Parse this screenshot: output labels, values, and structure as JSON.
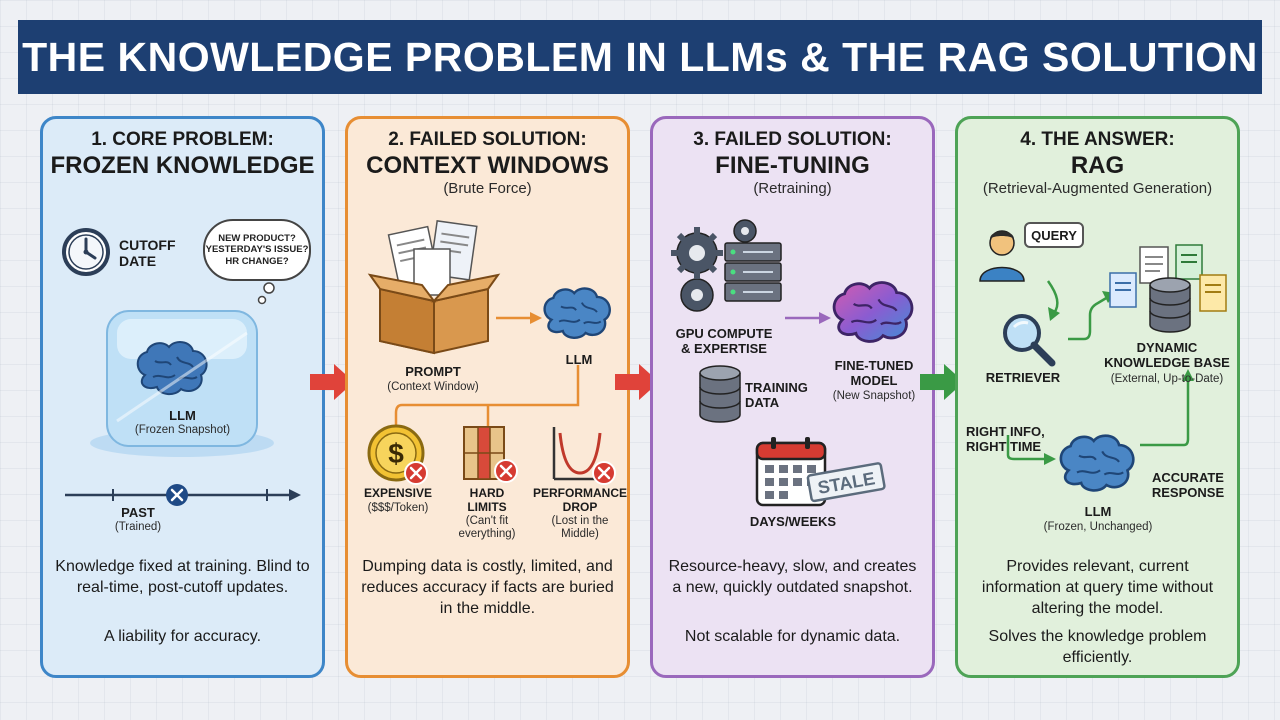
{
  "title": "THE KNOWLEDGE PROBLEM IN LLMs & THE RAG SOLUTION",
  "colors": {
    "title_bg": "#1d3f72",
    "panel1_border": "#3e86c8",
    "panel2_border": "#e78e33",
    "panel3_border": "#9a68bc",
    "panel4_border": "#4ea356",
    "fail_arrow": "#e0433a",
    "success_arrow": "#3a9a45"
  },
  "panel1": {
    "head1": "1. CORE PROBLEM:",
    "head2": "FROZEN KNOWLEDGE",
    "cutoff_line1": "CUTOFF",
    "cutoff_line2": "DATE",
    "bubble_line1": "NEW PRODUCT?",
    "bubble_line2": "YESTERDAY'S ISSUE?",
    "bubble_line3": "HR CHANGE?",
    "llm_label": "LLM",
    "llm_sub": "(Frozen Snapshot)",
    "past_label": "PAST",
    "past_sub": "(Trained)",
    "desc": "Knowledge fixed at training. Blind to real-time, post-cutoff updates.",
    "desc2": "A liability for accuracy.",
    "icons": [
      "clock-icon",
      "thought-bubble-icon",
      "ice-cube-brain-icon",
      "timeline-x-icon"
    ]
  },
  "panel2": {
    "head1": "2. FAILED SOLUTION:",
    "head2": "CONTEXT WINDOWS",
    "sub": "(Brute Force)",
    "prompt_label": "PROMPT",
    "prompt_sub": "(Context Window)",
    "llm_label": "LLM",
    "expensive_label": "EXPENSIVE",
    "expensive_sub": "($$$/Token)",
    "hard_label_1": "HARD",
    "hard_label_2": "LIMITS",
    "hard_sub_1": "(Can't fit",
    "hard_sub_2": "everything)",
    "perf_label_1": "PERFORMANCE",
    "perf_label_2": "DROP",
    "perf_sub_1": "(Lost in the",
    "perf_sub_2": "Middle)",
    "desc": "Dumping data is costly, limited, and reduces accuracy if facts are buried in the middle.",
    "icons": [
      "box-documents-icon",
      "brain-icon",
      "coin-icon",
      "hard-limits-icon",
      "u-curve-icon"
    ]
  },
  "panel3": {
    "head1": "3. FAILED SOLUTION:",
    "head2": "FINE-TUNING",
    "sub": "(Retraining)",
    "gpu_label_1": "GPU COMPUTE",
    "gpu_label_2": "& EXPERTISE",
    "training_label_1": "TRAINING",
    "training_label_2": "DATA",
    "ft_label_1": "FINE-TUNED",
    "ft_label_2": "MODEL",
    "ft_sub": "(New Snapshot)",
    "stale_stamp": "STALE",
    "days_label": "DAYS/WEEKS",
    "desc": "Resource-heavy, slow, and creates a new, quickly outdated snapshot.",
    "desc2": "Not scalable for dynamic data.",
    "icons": [
      "gears-icon",
      "server-icon",
      "database-icon",
      "brain-icon",
      "calendar-icon"
    ]
  },
  "panel4": {
    "head1": "4. THE ANSWER:",
    "head2": "RAG",
    "sub": "(Retrieval-Augmented Generation)",
    "query_label": "QUERY",
    "retriever_label": "RETRIEVER",
    "kb_label_1": "DYNAMIC",
    "kb_label_2": "KNOWLEDGE BASE",
    "kb_sub": "(External, Up-to-Date)",
    "right_info_1": "RIGHT INFO,",
    "right_info_2": "RIGHT TIME",
    "accurate_1": "ACCURATE",
    "accurate_2": "RESPONSE",
    "llm_label": "LLM",
    "llm_sub": "(Frozen, Unchanged)",
    "desc": "Provides relevant, current information at query time without altering the model.",
    "desc2": "Solves the knowledge problem efficiently.",
    "icons": [
      "user-icon",
      "magnifier-icon",
      "documents-icon",
      "database-icon",
      "brain-icon"
    ]
  }
}
